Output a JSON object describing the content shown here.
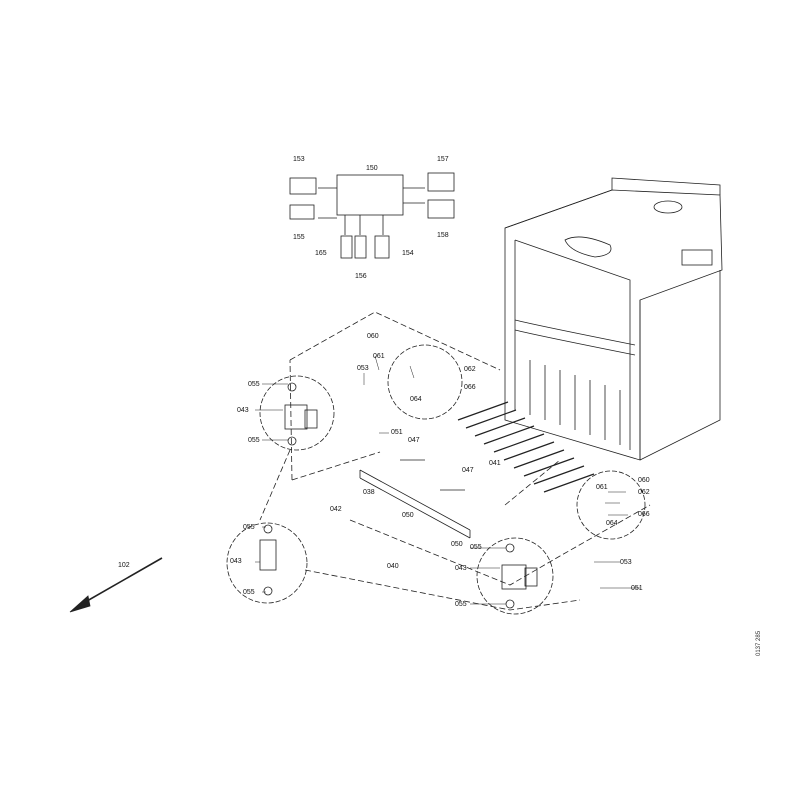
{
  "labels": {
    "p150": "150",
    "p153": "153",
    "p157": "157",
    "p155": "155",
    "p158": "158",
    "p165": "165",
    "p156": "156",
    "p154": "154",
    "p060a": "060",
    "p061a": "061",
    "p062a": "062",
    "p066a": "066",
    "p064a": "064",
    "p053a": "053",
    "p051a": "051",
    "p055a": "055",
    "p043a": "043",
    "p055b": "055",
    "p047a": "047",
    "p047b": "047",
    "p041": "041",
    "p038": "038",
    "p042": "042",
    "p050a": "050",
    "p050b": "050",
    "p040": "040",
    "p055c": "055",
    "p043b": "043",
    "p055d": "055",
    "p102": "102",
    "p055e": "055",
    "p043c": "043",
    "p055f": "055",
    "p060b": "060",
    "p061b": "061",
    "p062b": "062",
    "p064b": "064",
    "p066b": "066",
    "p053b": "053",
    "p051b": "051"
  },
  "drawing_number": "0137 285"
}
